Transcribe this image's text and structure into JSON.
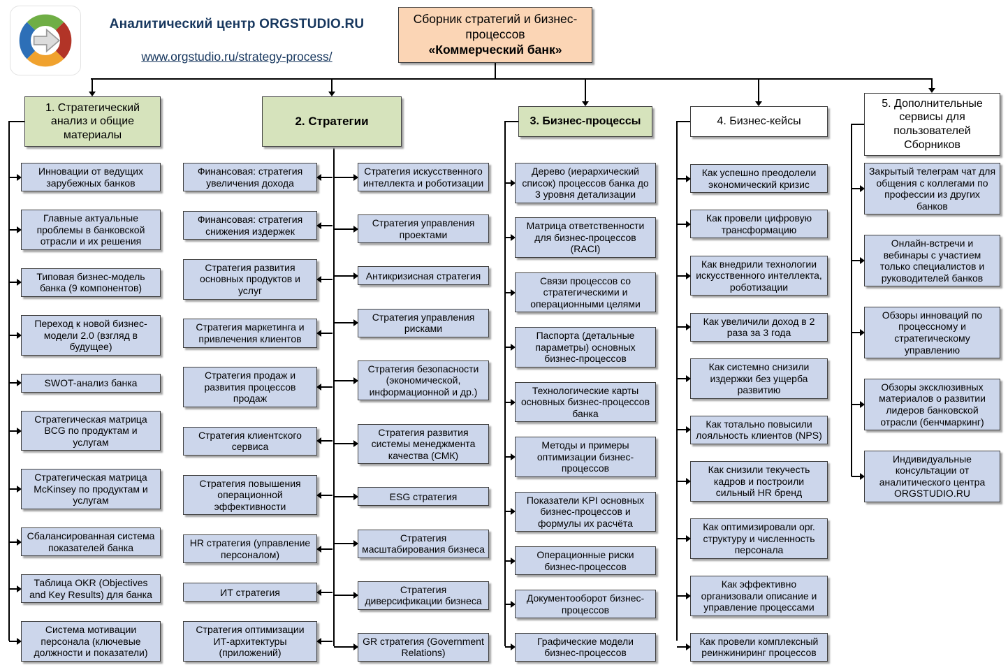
{
  "brand": {
    "name": "Аналитический центр ORGSTUDIO.RU",
    "url": "www.orgstudio.ru/strategy-process/"
  },
  "title_box": {
    "line1": "Сборник стратегий и бизнес-процессов",
    "line2": "«Коммерческий банк»"
  },
  "colors": {
    "header_green": "#d6e3bc",
    "header_white": "#ffffff",
    "item_blue": "#ccd6eb",
    "title_peach": "#fbd5b5",
    "brand_navy": "#17375e",
    "line_black": "#000000",
    "logo_blue": "#2d6fb7",
    "logo_green": "#6fae45",
    "logo_red": "#b23427",
    "logo_yellow": "#f0a22e",
    "logo_arrow_gray": "#dcdcdc"
  },
  "columns": [
    {
      "header": "1. Стратегический анализ и общие материалы",
      "style": "green",
      "items": [
        "Инновации от ведущих зарубежных банков",
        "Главные актуальные проблемы в банковской отрасли и их решения",
        "Типовая бизнес-модель банка (9 компонентов)",
        "Переход к новой бизнес-модели 2.0 (взгляд в будущее)",
        "SWOT-анализ банка",
        "Стратегическая матрица BCG по продуктам и услугам",
        "Стратегическая матрица McKinsey по продуктам и услугам",
        "Сбалансированная система показателей банка",
        "Таблица OKR (Objectives and Key Results) для банка",
        "Система мотивации персонала (ключевые должности и показатели)"
      ]
    },
    {
      "header": "2. Стратегии",
      "style": "green",
      "items_left": [
        "Финансовая: стратегия увеличения дохода",
        "Финансовая: стратегия снижения издержек",
        "Стратегия развития основных продуктов и услуг",
        "Стратегия маркетинга и привлечения клиентов",
        "Стратегия продаж и развития процессов продаж",
        "Стратегия клиентского сервиса",
        "Стратегия повышения операционной эффективности",
        "HR стратегия (управление персоналом)",
        "ИТ стратегия",
        "Стратегия оптимизации ИТ-архитектуры (приложений)"
      ],
      "items_right": [
        "Стратегия искусственного интеллекта и роботизации",
        "Стратегия управления проектами",
        "Антикризисная стратегия",
        "Стратегия управления рисками",
        "Стратегия безопасности (экономической, информационной и др.)",
        "Стратегия развития системы менеджмента качества (СМК)",
        "ESG стратегия",
        "Стратегия масштабирования бизнеса",
        "Стратегия диверсификации бизнеса",
        "GR стратегия (Government Relations)"
      ]
    },
    {
      "header": "3. Бизнес-процессы",
      "style": "green",
      "items": [
        "Дерево (иерархический список) процессов банка до 3 уровня детализации",
        "Матрица ответственности для бизнес-процессов (RACI)",
        "Связи процессов со стратегическими и операционными целями",
        "Паспорта (детальные параметры) основных бизнес-процессов",
        "Технологические карты основных бизнес-процессов банка",
        "Методы и примеры оптимизации бизнес-процессов",
        "Показатели KPI основных бизнес-процессов и формулы их расчёта",
        "Операционные риски бизнес-процессов",
        "Документооборот бизнес-процессов",
        "Графические модели бизнес-процессов"
      ]
    },
    {
      "header": "4. Бизнес-кейсы",
      "style": "white",
      "items": [
        "Как успешно преодолели экономический кризис",
        "Как провели цифровую трансформацию",
        "Как внедрили технологии искусственного интеллекта, роботизации",
        "Как увеличили доход в 2 раза за 3 года",
        "Как системно снизили издержки без ущерба развитию",
        "Как тотально повысили лояльность клиентов (NPS)",
        "Как снизили текучесть кадров и построили сильный HR бренд",
        "Как оптимизировали орг. структуру и численность персонала",
        "Как эффективно организовали описание и управление процессами",
        "Как провели комплексный реинжиниринг процессов"
      ]
    },
    {
      "header": "5. Дополнительные сервисы для пользователей Сборников",
      "style": "white",
      "items": [
        "Закрытый телеграм чат для общения с коллегами по профессии из других банков",
        "Онлайн-встречи и вебинары с участием только специалистов и руководителей банков",
        "Обзоры инноваций по процессному и стратегическому управлению",
        "Обзоры эксклюзивных материалов о развитии лидеров банковской отрасли (бенчмаркинг)",
        "Индивидуальные консультации от аналитического центра ORGSTUDIO.RU"
      ]
    }
  ]
}
